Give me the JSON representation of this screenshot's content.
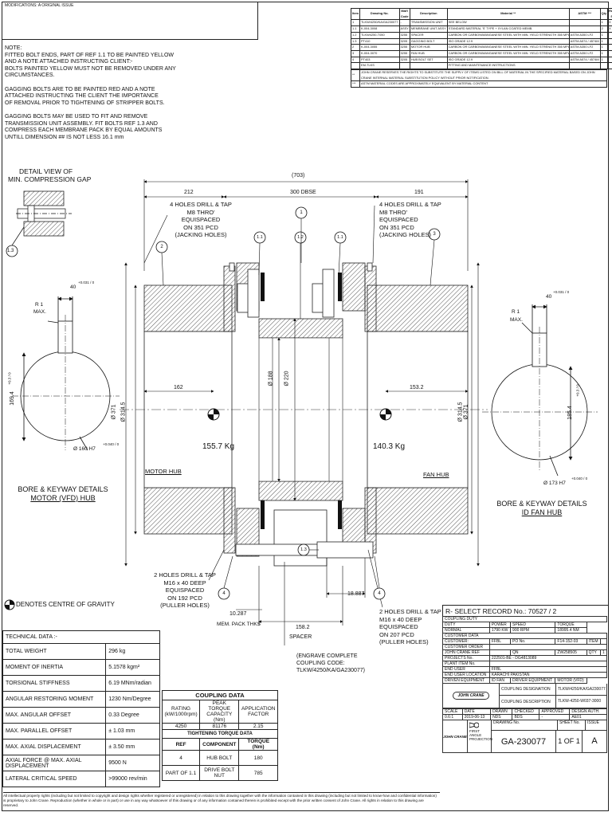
{
  "modifications": "MODIFICATIONS: A ORIGINAL ISSUE",
  "notes": {
    "title": "NOTE:",
    "lines": [
      "FITTED BOLT ENDS, PART OF REF 1.1 TO BE PAINTED YELLOW",
      "AND A NOTE ATTACHED INSTRUCTING CLIENT:-",
      "BOLTS PAINTED YELLOW MUST NOT BE REMOVED UNDER ANY",
      "CIRCUMSTANCES.",
      "",
      "GAGGING BOLTS ARE TO BE PAINTED RED  AND A NOTE",
      "ATTACHED INSTRUCTING THE CLIENT THE IMPORTANCE",
      "OF REMOVAL PRIOR TO TIGHTENING OF STRIPPER BOLTS.",
      "",
      "GAGGING BOLTS MAY BE USED TO FIT AND REMOVE",
      "TRANSMISSION UNIT ASSEMBLY. FIT BOLTS REF 1.3 AND",
      "COMPRESS EACH MEMBRANE PACK BY EQUAL AMOUNTS",
      "UNTILL DIMENSION ## IS NOT LESS 16.1 mm"
    ]
  },
  "parts_table": {
    "headers": [
      "Item",
      "Drawing No.",
      "Mat'l Code",
      "Description",
      "Material **",
      "ASTM ***",
      "Qty",
      "Recomd Spare"
    ],
    "rows": [
      [
        "1",
        "TLKW/4250/KA/GA230077",
        "-",
        "TRANSMISSION UNIT",
        "SEE BELOW",
        "",
        "1",
        "X"
      ],
      [
        "1.1",
        "K-004-3008",
        "ASSY",
        "MEMBRANE UNIT ASSY",
        "STANDARD MATERIAL 'S' TYPE + XYLAN COATED MEMB.",
        "",
        "2",
        "X"
      ],
      [
        "1.2",
        "TLKW4250-T050",
        "3255",
        "SPACER",
        "CARBON OR CARBON/MANGANESE STEEL WITH MIN. YIELD STRENGTH 355 MPa",
        "ASTM A350 LF2",
        "1",
        ""
      ],
      [
        "1.3",
        "PT410",
        "3205",
        "GAGGING BOLT",
        "ISO GRADE 12.9",
        "ASTM A574 / 4574M",
        "1",
        ""
      ],
      [
        "2",
        "K-004-3055",
        "3255",
        "MOTOR HUB",
        "CARBON OR CARBON/MANGANESE STEEL WITH MIN. YIELD STRENGTH 355 MPa",
        "ASTM A350 LF2",
        "1",
        ""
      ],
      [
        "3",
        "K-004-3070",
        "3255",
        "FAN HUB",
        "CARBON OR CARBON/MANGANESE STEEL WITH MIN. YIELD STRENGTH 355 MPa",
        "ASTM A350 LF2",
        "1",
        ""
      ],
      [
        "4",
        "PT403",
        "3205",
        "HUB BOLT SET",
        "ISO GRADE 12.9",
        "ASTM A574 / 4574M",
        "1",
        ""
      ]
    ],
    "footer_row": [
      "",
      "EM-TLKS",
      "",
      "",
      "FITTING AND MAINTENANCE INSTRUCTIONS",
      "",
      "",
      ""
    ],
    "note_2star": "JOHN CRANE RESERVES THE RIGHTS TO SUBSTITUTE THE SUPPLY OF ITEMS LISTED ON BILL OF MATERIAL IN THE SPECIFIED MATERIAL BASED ON JOHN CRANE INTERNAL MATERIAL SUBSTITUTION POLICY WITHOUT PRIOR NOTIFICATION.",
    "note_3star": "ASTM MATERIAL CODES ARE APPROXIMATELY EQUIVALENT BY MATERIAL CONTENT",
    "star2": "**",
    "star3": "***"
  },
  "detail_view": {
    "title_1": "DETAIL VIEW OF",
    "title_2": "MIN. COMPRESSION GAP",
    "balloon": "1.3"
  },
  "dimensions": {
    "overall": "(703)",
    "left": "212",
    "dbse": "300 DBSE",
    "right": "191",
    "d371_left": "Ø 371",
    "d314_left": "Ø 314.5",
    "d188": "Ø 188",
    "d220": "Ø 220",
    "d314_right": "Ø 314.5",
    "d371_right": "Ø 371",
    "cg_left": "162",
    "cg_right": "153.2",
    "pack": "10.287",
    "spacer_len": "158.2",
    "gap": "18.887"
  },
  "callouts": {
    "top_left": [
      "4 HOLES DRILL & TAP",
      "M8 THRO'",
      "EQUISPACED",
      "ON 351 PCD",
      "(JACKING HOLES)"
    ],
    "top_right": [
      "4 HOLES DRILL & TAP",
      "M8 THRO'",
      "EQUISPACED",
      "ON 351 PCD",
      "(JACKING HOLES)"
    ],
    "bottom_left": [
      "2 HOLES DRILL & TAP",
      "M16 x 40 DEEP",
      "EQUISPACED",
      "ON 192 PCD",
      "(PULLER HOLES)"
    ],
    "bottom_right": [
      "2 HOLES DRILL & TAP",
      "M16 x 40 DEEP",
      "EQUISPACED",
      "ON 207 PCD",
      "(PULLER HOLES)"
    ],
    "engrave": [
      "(ENGRAVE COMPLETE",
      "COUPLING CODE:",
      "TLKW/4250/KA/GA230077)"
    ],
    "mem_pack": "MEM. PACK THKS",
    "spacer": "SPACER",
    "motor_hub": "MOTOR HUB",
    "fan_hub": "FAN HUB",
    "mass_left": "155.7 Kg",
    "mass_right": "140.3 Kg",
    "balloons": [
      "1",
      "2",
      "3",
      "1.1",
      "1.2",
      "1.1",
      "1.3",
      "4",
      "4"
    ]
  },
  "bore_left": {
    "title_1": "BORE & KEYWAY DETAILS",
    "title_2": "MOTOR (VFD) HUB",
    "keyway": "40",
    "keyway_tol": "+0.031 / 0",
    "radius": "R 1",
    "radius2": "MAX.",
    "bore": "Ø 160 H7",
    "bore_tol": "+0.040 / 0",
    "depth": "169.4",
    "depth_tol": "+0.3 / 0"
  },
  "bore_right": {
    "title_1": "BORE & KEYWAY DETAILS",
    "title_2": "ID FAN HUB",
    "keyway": "40",
    "keyway_tol": "+0.031 / 0",
    "radius": "R 1",
    "radius2": "MAX.",
    "bore": "Ø 173 H7",
    "bore_tol": "+0.040 / 0",
    "depth": "185.4",
    "depth_tol": "+0.3 / 0"
  },
  "cog_note": "DENOTES CENTRE OF GRAVITY",
  "technical_data": {
    "title": "TECHNICAL DATA :-",
    "rows": [
      [
        "TOTAL WEIGHT",
        "296 kg"
      ],
      [
        "MOMENT OF INERTIA",
        "5.1578 kgm²"
      ],
      [
        "TORSIONAL STIFFNESS",
        "6.19 MNm/radian"
      ],
      [
        "ANGULAR RESTORING MOMENT",
        "1230 Nm/Degree"
      ],
      [
        "MAX. ANGULAR OFFSET",
        "0.33 Degree"
      ],
      [
        "MAX. PARALLEL OFFSET",
        "± 1.03 mm"
      ],
      [
        "MAX. AXIAL DISPLACEMENT",
        "± 3.50 mm"
      ],
      [
        "AXIAL FORCE @ MAX. AXIAL DISPLACEMENT",
        "9500 N"
      ],
      [
        "LATERAL CRITICAL SPEED",
        ">99000 rev/min"
      ]
    ]
  },
  "coupling_data": {
    "title": "COUPLING DATA",
    "headers": [
      "RATING (kW/1000rpm)",
      "PEAK TORQUE CAPACITY (Nm)",
      "APPLICATION FACTOR"
    ],
    "values": [
      "4250",
      "81176",
      "2.15"
    ],
    "torque_title": "TIGHTENING TORQUE DATA",
    "torque_headers": [
      "REF",
      "COMPONENT",
      "TORQUE (Nm)"
    ],
    "torque_rows": [
      [
        "4",
        "HUB BOLT",
        "180"
      ],
      [
        "PART OF 1.1",
        "DRIVE BOLT NUT",
        "785"
      ]
    ]
  },
  "title_block": {
    "select_record": "R- SELECT RECORD No.: 70527 / 2",
    "coupling_duty": "COUPLING DUTY",
    "duty_headers": [
      "DUTY",
      "POWER",
      "SPEED",
      "TORQUE"
    ],
    "duty_row": [
      "NORMAL",
      "1790 KW",
      "900 RPM",
      "18995.4 NM"
    ],
    "customer_data": "CUSTOMER DATA",
    "customer": [
      "CUSTOMER:",
      "FFBL",
      "PO No.",
      "F14-152-03",
      "ITEM",
      ""
    ],
    "customer_order": [
      "CUSTOMER ORDER",
      ""
    ],
    "jc_ref": [
      "JOHN CRANE REF",
      "",
      "QN",
      "ZW258505",
      "QTY",
      "1"
    ],
    "project": [
      "PROJECTS No.",
      "222501-BE - DG4813089"
    ],
    "plant": [
      "PLANT ITEM No.",
      ""
    ],
    "end_user": [
      "END USER",
      "FFBL"
    ],
    "end_location": [
      "END USER LOCATION",
      "KARACHI PAKISTAN"
    ],
    "driven": [
      "DRIVEN EQUIPMENT",
      "ID FAN",
      "DRIVER EQUIPMENT",
      "MOTOR (VFD)"
    ],
    "designation_label": "COUPLING DESIGNATION",
    "designation": "TLKW/4250/KA/GA230077",
    "description_label": "COUPLING DESCRIPTION",
    "description": "TLKW-4250-W037-3000",
    "company": "JOHN CRANE",
    "scale_label": "SCALE",
    "sign_headers": [
      "DATE",
      "DRAWN",
      "CHECKED",
      "APPROVED",
      "DESIGN AUTH."
    ],
    "sign_row": [
      "0.6:1",
      "2019-06-13",
      "NDS",
      "BDS",
      "-",
      "AE01"
    ],
    "projection": "FIRST ANGLE PROJECTION",
    "drawing_no_label": "DRAWING No.",
    "sheet_label": "SHEET No.",
    "issue_label": "ISSUE",
    "drawing_no": "GA-230077",
    "sheet": "1 OF 1",
    "issue": "A"
  },
  "copyright": "All intellectual property rights (including but not limited to copyright and design rights whether registered or unregistered) in relation to this drawing together with the information contained in this drawing (including but not limited to know-how and confidential information) is proprietary to John Crane. Reproduction (whether in whole or in part) or use in any way whatsoever of this drawing or of any information contained therein is prohibited except with the prior written consent of John Crane. All rights in relation to this drawing are reserved."
}
